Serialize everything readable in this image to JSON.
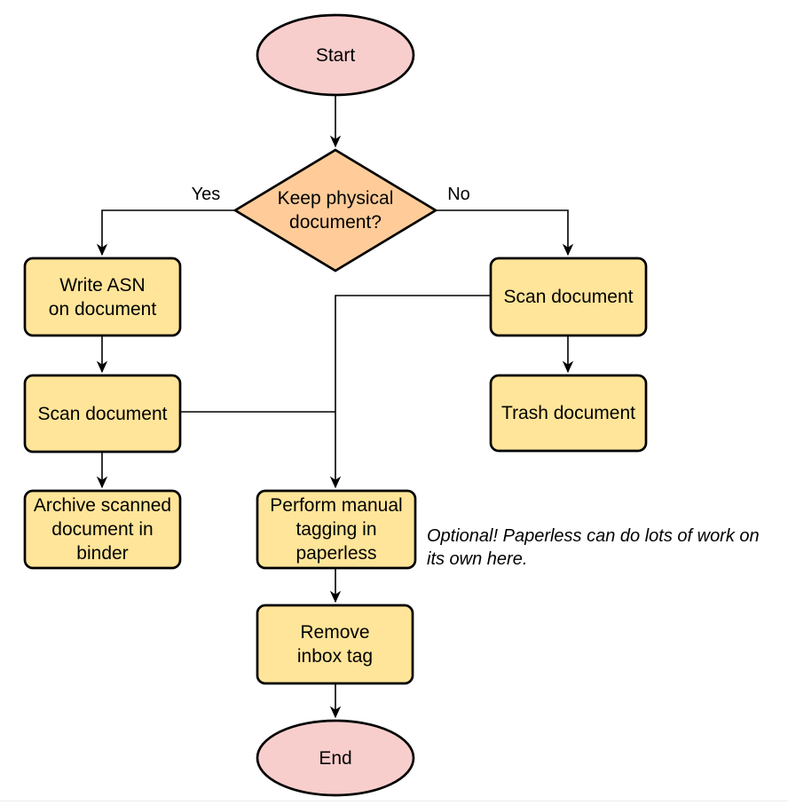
{
  "diagram": {
    "colors": {
      "terminal": "#f8cecc",
      "decision": "#ffcc99",
      "process": "#ffe599",
      "stroke": "#000000"
    },
    "nodes": {
      "start": "Start",
      "decision": [
        "Keep physical",
        "document?"
      ],
      "write_asn": [
        "Write ASN",
        "on document"
      ],
      "scan_left": "Scan document",
      "archive": [
        "Archive scanned",
        "document in",
        "binder"
      ],
      "scan_right": "Scan document",
      "trash": "Trash document",
      "tagging": [
        "Perform manual",
        "tagging in",
        "paperless"
      ],
      "remove_inbox": [
        "Remove",
        "inbox tag"
      ],
      "end": "End"
    },
    "edge_labels": {
      "yes": "Yes",
      "no": "No"
    },
    "annotation": [
      "Optional! Paperless can do lots of work on",
      "its own here."
    ]
  }
}
